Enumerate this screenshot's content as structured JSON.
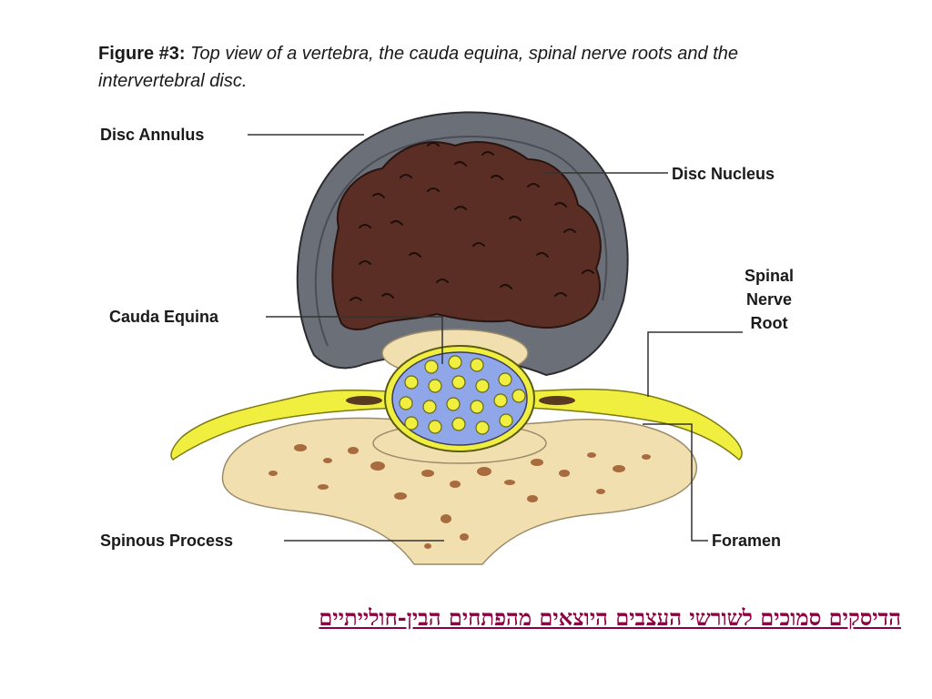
{
  "figure": {
    "caption_bold": "Figure #3:",
    "caption_text": "Top view of a vertebra, the cauda equina, spinal nerve roots and the intervertebral disc."
  },
  "labels": {
    "disc_annulus": "Disc Annulus",
    "disc_nucleus": "Disc Nucleus",
    "cauda_equina": "Cauda Equina",
    "spinal_nerve_root_line1": "Spinal",
    "spinal_nerve_root_line2": "Nerve",
    "spinal_nerve_root_line3": "Root",
    "spinous_process": "Spinous Process",
    "foramen": "Foramen"
  },
  "footer": {
    "hebrew_caption": "הדיסקים סמוכים לשורשי העצבים היוצאים מהפתחים הבין-חולייתיים"
  },
  "colors": {
    "annulus": "#6b6f78",
    "nucleus": "#5a2e24",
    "bone": "#f2dfb0",
    "bone_spots": "#a86b3e",
    "nerve": "#f0ef40",
    "canal": "#8fa6e8",
    "hebrew_text": "#8b0040"
  }
}
